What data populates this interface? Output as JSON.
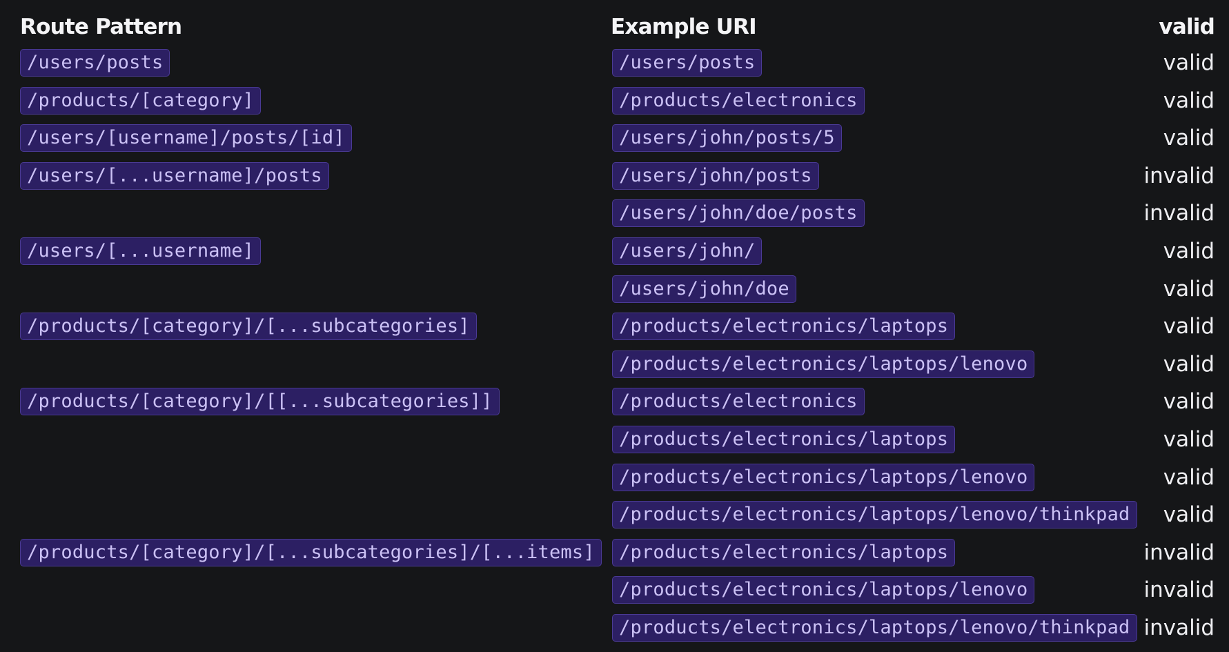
{
  "columns": {
    "pattern": "Route Pattern",
    "uri": "Example URI",
    "valid": "valid"
  },
  "rows": [
    {
      "pattern": "/users/posts",
      "uri": "/users/posts",
      "valid": "valid"
    },
    {
      "pattern": "/products/[category]",
      "uri": "/products/electronics",
      "valid": "valid"
    },
    {
      "pattern": "/users/[username]/posts/[id]",
      "uri": "/users/john/posts/5",
      "valid": "valid"
    },
    {
      "pattern": "/users/[...username]/posts",
      "uri": "/users/john/posts",
      "valid": "invalid"
    },
    {
      "pattern": "",
      "uri": "/users/john/doe/posts",
      "valid": "invalid"
    },
    {
      "pattern": "/users/[...username]",
      "uri": "/users/john/",
      "valid": "valid"
    },
    {
      "pattern": "",
      "uri": "/users/john/doe",
      "valid": "valid"
    },
    {
      "pattern": "/products/[category]/[...subcategories]",
      "uri": "/products/electronics/laptops",
      "valid": "valid"
    },
    {
      "pattern": "",
      "uri": "/products/electronics/laptops/lenovo",
      "valid": "valid"
    },
    {
      "pattern": "/products/[category]/[[...subcategories]]",
      "uri": "/products/electronics",
      "valid": "valid"
    },
    {
      "pattern": "",
      "uri": "/products/electronics/laptops",
      "valid": "valid"
    },
    {
      "pattern": "",
      "uri": "/products/electronics/laptops/lenovo",
      "valid": "valid"
    },
    {
      "pattern": "",
      "uri": "/products/electronics/laptops/lenovo/thinkpad",
      "valid": "valid"
    },
    {
      "pattern": "/products/[category]/[...subcategories]/[...items]",
      "uri": "/products/electronics/laptops",
      "valid": "invalid"
    },
    {
      "pattern": "",
      "uri": "/products/electronics/laptops/lenovo",
      "valid": "invalid"
    },
    {
      "pattern": "",
      "uri": "/products/electronics/laptops/lenovo/thinkpad",
      "valid": "invalid"
    }
  ]
}
